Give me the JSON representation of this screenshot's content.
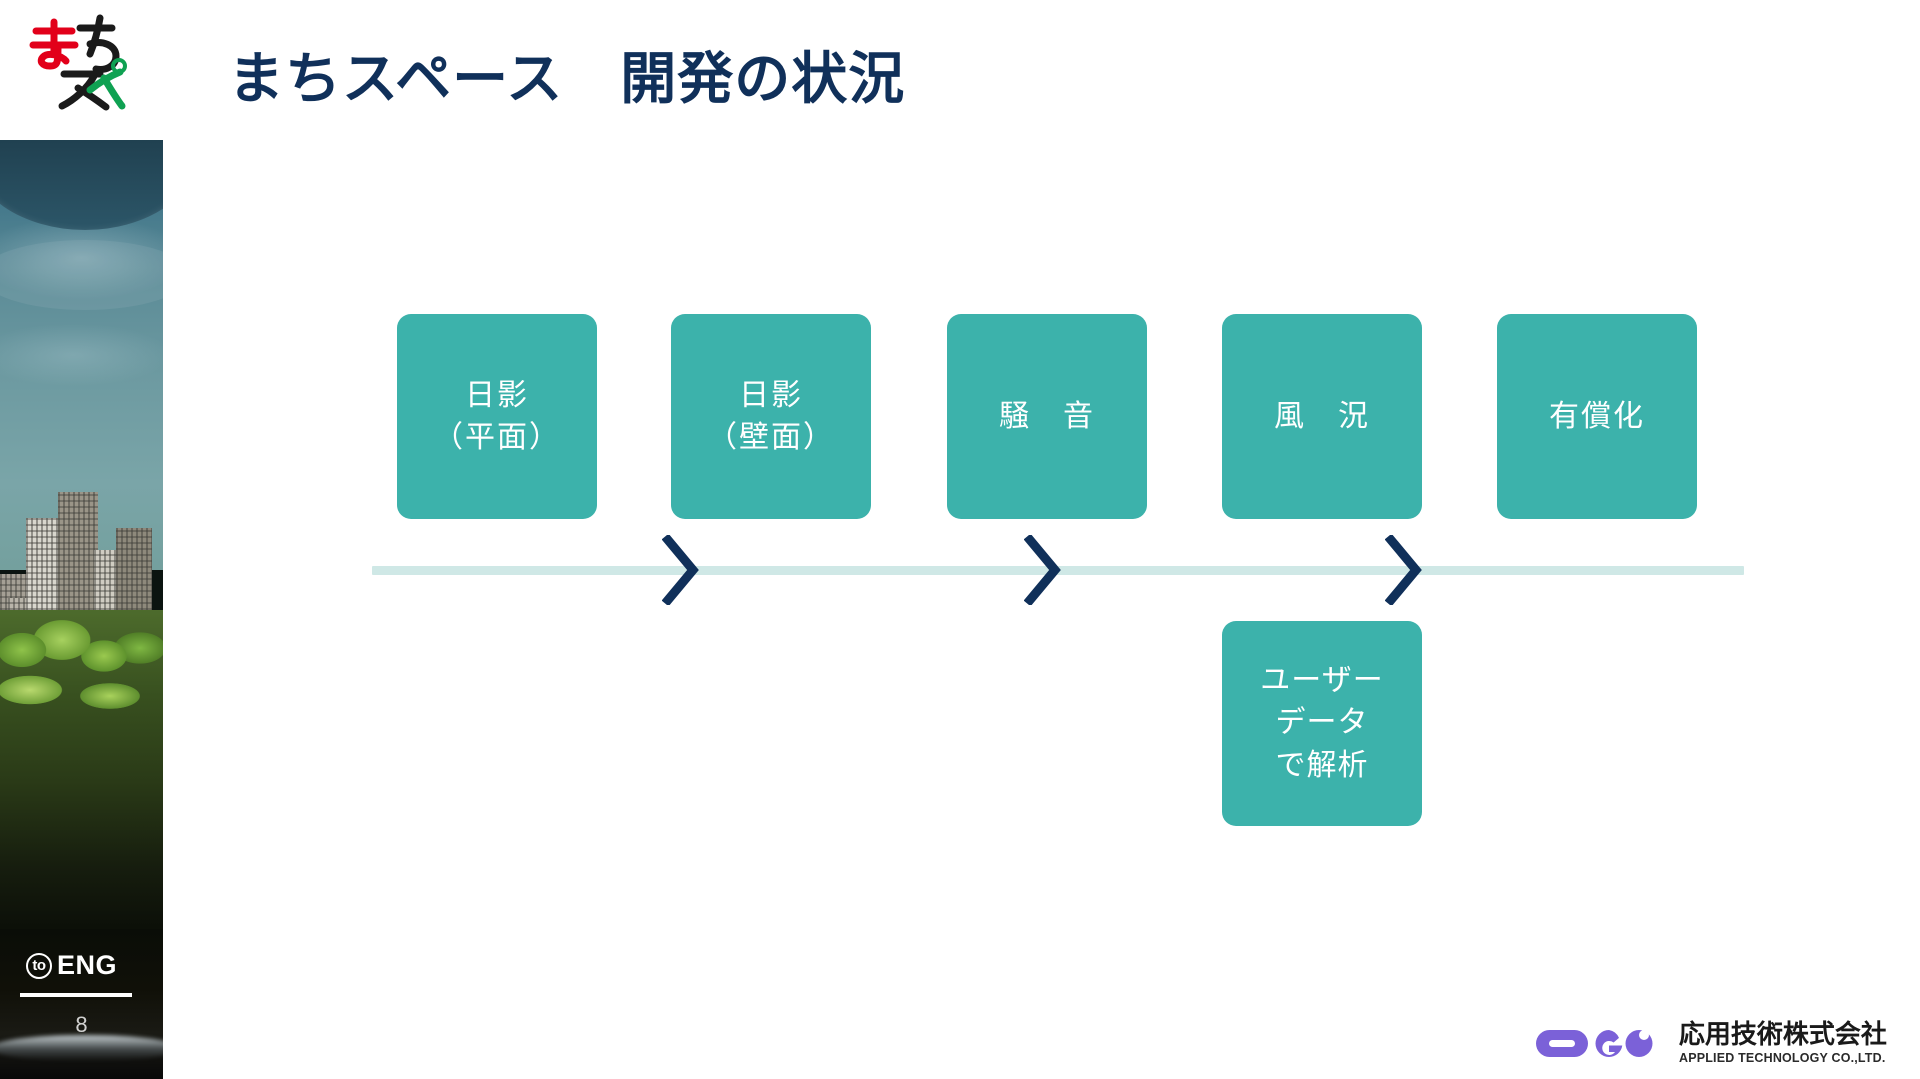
{
  "slide": {
    "title": "まちスペース　開発の状況",
    "page_number": "8",
    "accent_teal": "#3CB2AC",
    "line_teal": "#CFE8E6",
    "navy": "#10305A"
  },
  "brand": {
    "logo_text_line1": "まち",
    "logo_text_line2": "スペ",
    "logo_colors": {
      "ma": "#E2001A",
      "chi": "#1A1A1A",
      "su": "#1A1A1A",
      "pe": "#0FA152"
    }
  },
  "sidebar": {
    "photo_alt": "miniature cityscape with trees",
    "to_eng_circle": "to",
    "to_eng_label": "ENG"
  },
  "timeline": {
    "boxes": [
      {
        "id": "hikage-heimen",
        "label": "日影\n（平面）"
      },
      {
        "id": "hikage-hekimen",
        "label": "日影\n（壁面）"
      },
      {
        "id": "souon",
        "label": "騒　音"
      },
      {
        "id": "fuukyou",
        "label": "風　況"
      },
      {
        "id": "yuushouka",
        "label": "有償化"
      }
    ],
    "sub_box": {
      "id": "user-data-analysis",
      "label": "ユーザー\nデータ\nで解析"
    },
    "chevron_count": 3
  },
  "footer": {
    "company_jp": "応用技術株式会社",
    "company_en": "APPLIED TECHNOLOGY CO.,LTD.",
    "logo_color": "#7B61D8"
  }
}
